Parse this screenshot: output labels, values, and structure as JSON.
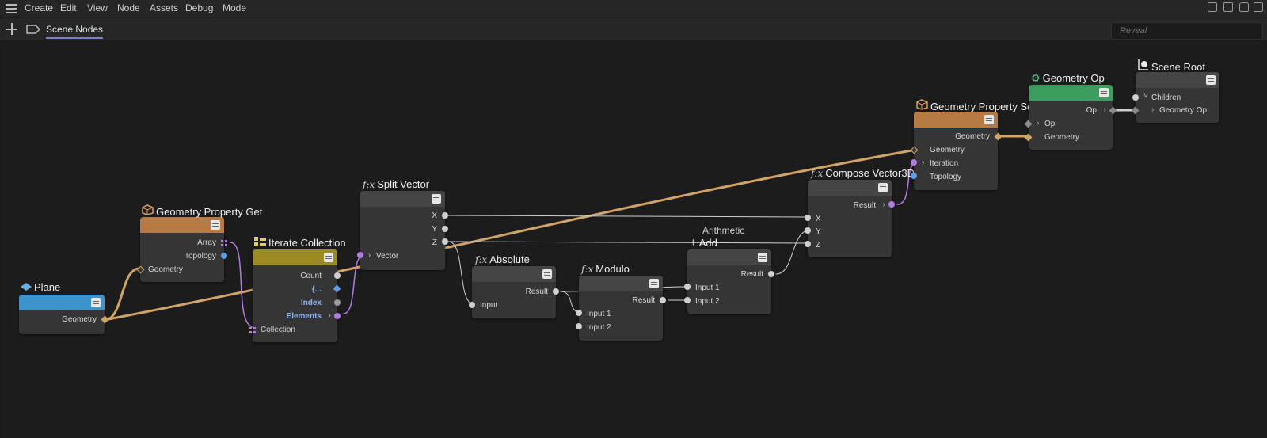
{
  "menu": {
    "items": [
      "Create",
      "Edit",
      "View",
      "Node",
      "Assets",
      "Debug",
      "Mode"
    ]
  },
  "tabs": {
    "active": "Scene Nodes"
  },
  "search": {
    "placeholder": "Reveal"
  },
  "colors": {
    "orange": "#b87a44",
    "blue": "#3d93cc",
    "yellow": "#9a8c22",
    "green": "#3c9d5e",
    "gray": "#454545"
  },
  "nodes": {
    "plane": {
      "title": "Plane",
      "geometry": "Geometry"
    },
    "gpget": {
      "title": "Geometry Property Get",
      "array": "Array",
      "topology": "Topology",
      "geometry": "Geometry"
    },
    "iterate": {
      "title": "Iterate Collection",
      "count": "Count",
      "ellipsis": "{...",
      "index": "Index",
      "elements": "Elements",
      "collection": "Collection"
    },
    "split": {
      "title": "Split Vector",
      "x": "X",
      "y": "Y",
      "z": "Z",
      "vector": "Vector"
    },
    "absolute": {
      "title": "Absolute",
      "result": "Result",
      "input": "Input"
    },
    "modulo": {
      "title": "Modulo",
      "result": "Result",
      "input1": "Input 1",
      "input2": "Input 2"
    },
    "add": {
      "category": "Arithmetic",
      "title": "Add",
      "result": "Result",
      "input1": "Input 1",
      "input2": "Input 2"
    },
    "compose": {
      "title": "Compose Vector3D",
      "result": "Result",
      "x": "X",
      "y": "Y",
      "z": "Z"
    },
    "gpset": {
      "title": "Geometry Property Set",
      "geometry_out": "Geometry",
      "geometry_in": "Geometry",
      "iteration": "Iteration",
      "topology": "Topology"
    },
    "geomop": {
      "title": "Geometry Op",
      "op_out": "Op",
      "op_in": "Op",
      "geometry": "Geometry"
    },
    "root": {
      "title": "Scene Root",
      "children": "Children",
      "child_item": "Geometry Op"
    }
  }
}
